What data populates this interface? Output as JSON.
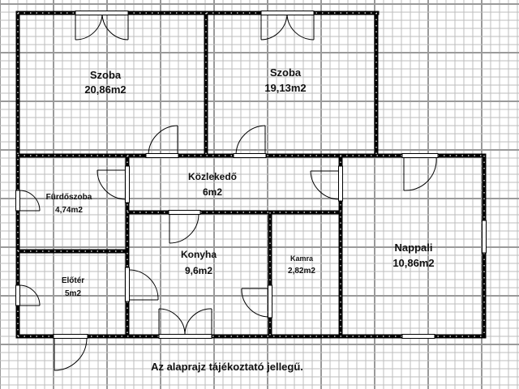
{
  "plan": {
    "caption": "Az alaprajz tájékoztató jellegű.",
    "colors": {
      "background": "#ffffff",
      "grid": "#b8b8b8",
      "wall": "#000000",
      "text": "#111111"
    },
    "rooms": [
      {
        "id": "szoba1",
        "name": "Szoba",
        "area": "20,86m2"
      },
      {
        "id": "szoba2",
        "name": "Szoba",
        "area": "19,13m2"
      },
      {
        "id": "kozlekedo",
        "name": "Közlekedő",
        "area": "6m2"
      },
      {
        "id": "furdoszoba",
        "name": "Fürdőszoba",
        "area": "4,74m2"
      },
      {
        "id": "konyha",
        "name": "Konyha",
        "area": "9,6m2"
      },
      {
        "id": "kamra",
        "name": "Kamra",
        "area": "2,82m2"
      },
      {
        "id": "nappali",
        "name": "Nappali",
        "area": "10,86m2"
      },
      {
        "id": "eloter",
        "name": "Előtér",
        "area": "5m2"
      }
    ]
  }
}
